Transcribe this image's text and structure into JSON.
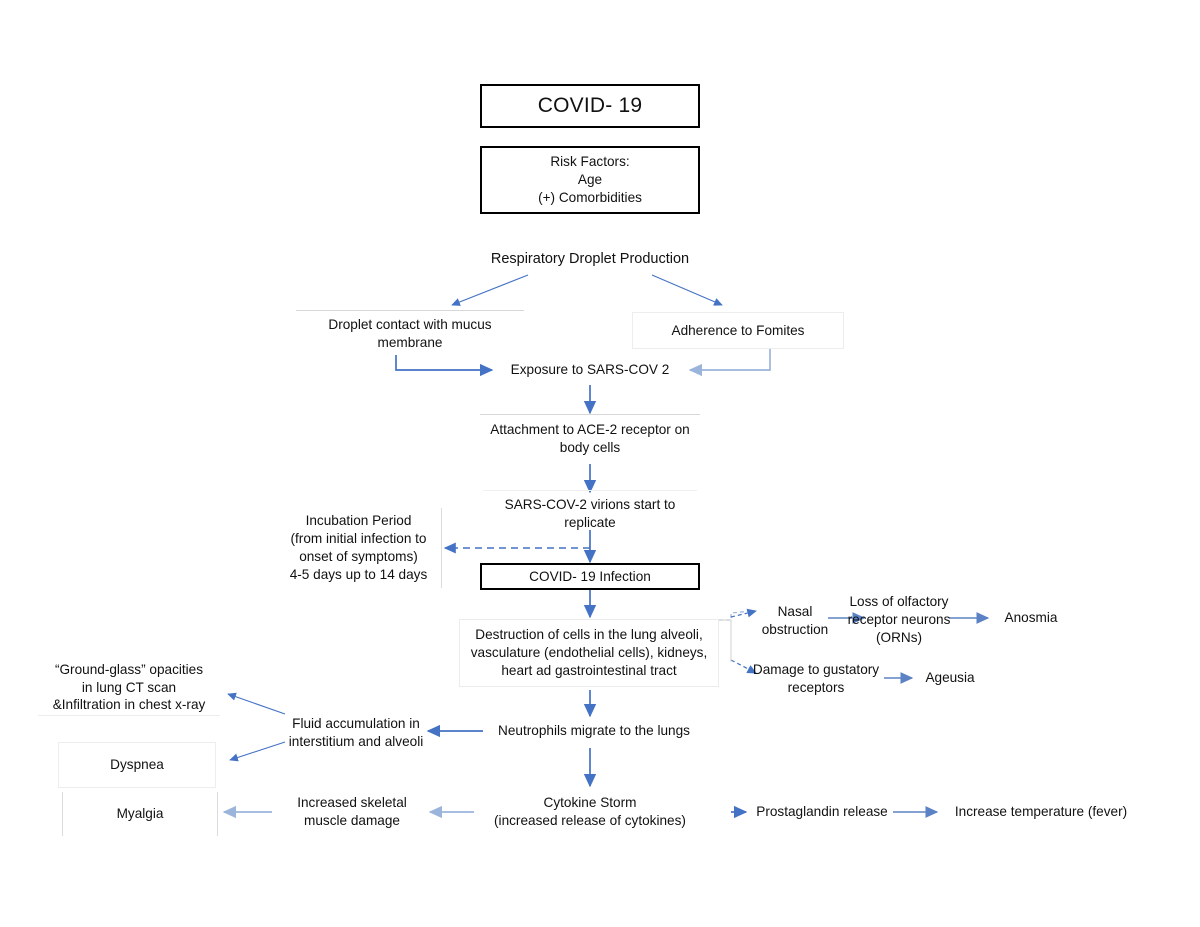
{
  "diagram": {
    "title": "COVID- 19 pathophysiology flowchart",
    "type": "flowchart",
    "accent_color": "#4472C4",
    "accent_color_light": "#8FAADC",
    "border_color_strong": "#000000",
    "border_color_faint": "#E2E2E2",
    "background": "#FFFFFF"
  },
  "nodes": {
    "covid19": "COVID- 19",
    "risk_factors_line1": "Risk Factors:",
    "risk_factors_line2": "Age",
    "risk_factors_line3": "(+) Comorbidities",
    "respiratory_droplet": "Respiratory Droplet Production",
    "droplet_contact": "Droplet contact with mucus membrane",
    "adherence_fomites": "Adherence to Fomites",
    "exposure": "Exposure to SARS-COV 2",
    "attachment": "Attachment to ACE-2 receptor on body cells",
    "virions_replicate": "SARS-COV-2 virions start to replicate",
    "incubation_line1": "Incubation Period",
    "incubation_line2": "(from initial infection to",
    "incubation_line3": "onset of symptoms)",
    "incubation_line4": "4-5 days up to 14 days",
    "covid19_infection": "COVID- 19 Infection",
    "destruction_line1": "Destruction of cells in the lung alveoli,",
    "destruction_line2": "vasculature (endothelial cells), kidneys,",
    "destruction_line3": "heart ad gastrointestinal tract",
    "nasal_obstruction": "Nasal obstruction",
    "loss_olfactory": "Loss of olfactory receptor neurons (ORNs)",
    "anosmia": "Anosmia",
    "damage_gustatory": "Damage to gustatory receptors",
    "ageusia": "Ageusia",
    "neutrophils": "Neutrophils migrate to the lungs",
    "fluid_accumulation": "Fluid accumulation in interstitium and alveoli",
    "ground_glass_line1": "“Ground-glass” opacities",
    "ground_glass_line2": "in lung CT scan",
    "ground_glass_line3": "&Infiltration in chest x-ray",
    "dyspnea": "Dyspnea",
    "cytokine_storm_line1": "Cytokine Storm",
    "cytokine_storm_line2": "(increased release of cytokines)",
    "increased_skeletal": "Increased skeletal muscle damage",
    "myalgia": "Myalgia",
    "prostaglandin": "Prostaglandin release",
    "increase_temperature": "Increase temperature (fever)"
  }
}
